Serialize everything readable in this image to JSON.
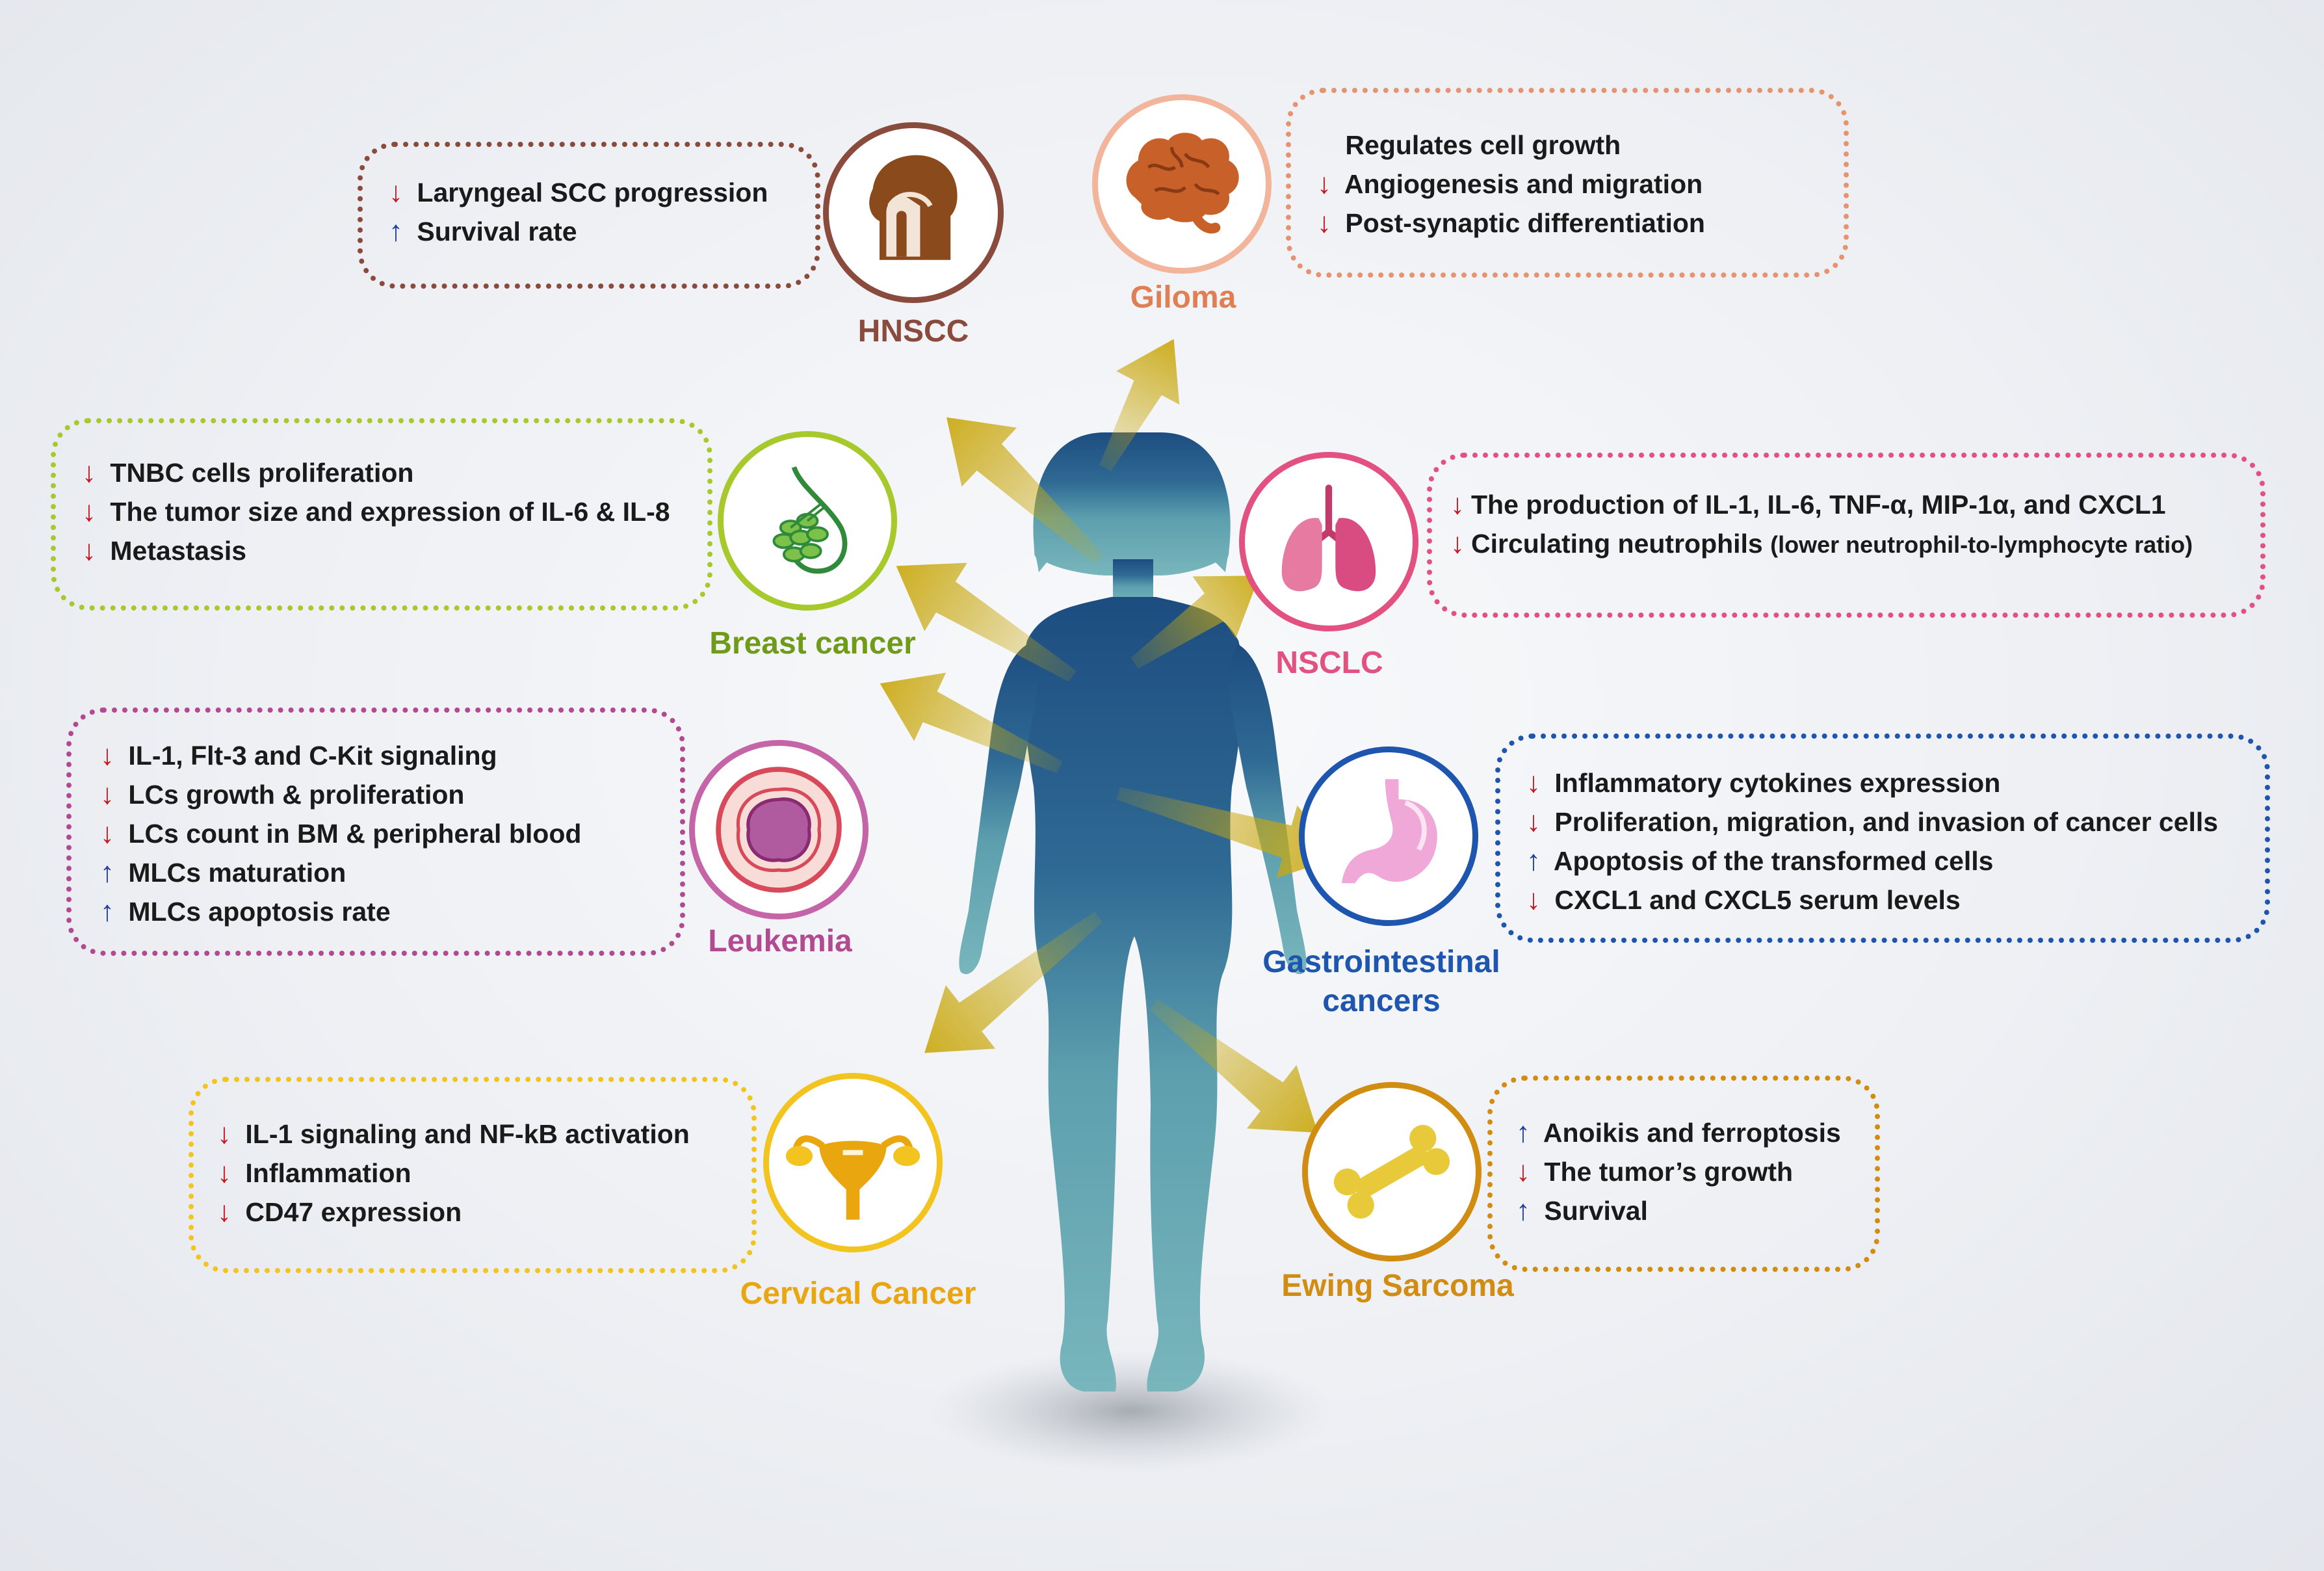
{
  "colors": {
    "hnscc": "#8a4a3c",
    "glioma": "#e69470",
    "breast": "#78a21c",
    "nsclc": "#e2517f",
    "leukemia": "#b24a92",
    "gi": "#1e55ae",
    "cervical": "#e9a60e",
    "ewing": "#d08d12",
    "down_arrow": "#c8161d",
    "up_arrow": "#1f3d9e",
    "figure_top": "#1d4d80",
    "figure_bottom": "#72b3ba",
    "arrow_gold": "#c9a80f"
  },
  "panels": {
    "hnscc": {
      "label": "HNSCC",
      "icon": "head-throat-icon",
      "items": [
        {
          "dir": "down",
          "symbol": "↓",
          "text": "Laryngeal SCC progression"
        },
        {
          "dir": "up",
          "symbol": "↑",
          "text": "Survival rate"
        }
      ]
    },
    "glioma": {
      "label": "Giloma",
      "icon": "brain-icon",
      "items": [
        {
          "dir": "none",
          "symbol": "",
          "text": "Regulates cell growth"
        },
        {
          "dir": "down",
          "symbol": "↓",
          "text": "Angiogenesis and migration"
        },
        {
          "dir": "down",
          "symbol": "↓",
          "text": "Post-synaptic differentiation"
        }
      ]
    },
    "breast": {
      "label": "Breast cancer",
      "icon": "breast-icon",
      "items": [
        {
          "dir": "down",
          "symbol": "↓",
          "text": "TNBC cells proliferation"
        },
        {
          "dir": "down",
          "symbol": "↓",
          "text": "The tumor size and expression of IL-6 & IL-8"
        },
        {
          "dir": "down",
          "symbol": "↓",
          "text": "Metastasis"
        }
      ]
    },
    "nsclc": {
      "label": "NSCLC",
      "icon": "lungs-icon",
      "items": [
        {
          "dir": "down",
          "symbol": "↓",
          "text": "The production of IL-1, IL-6, TNF-α, MIP-1α, and CXCL1",
          "small": ""
        },
        {
          "dir": "down",
          "symbol": "↓",
          "text": "Circulating neutrophils",
          "small": "(lower neutrophil-to-lymphocyte ratio)"
        }
      ]
    },
    "leukemia": {
      "label": "Leukemia",
      "icon": "blood-cell-icon",
      "items": [
        {
          "dir": "down",
          "symbol": "↓",
          "text": "IL-1, Flt-3 and C-Kit signaling"
        },
        {
          "dir": "down",
          "symbol": "↓",
          "text": "LCs growth & proliferation"
        },
        {
          "dir": "down",
          "symbol": "↓",
          "text": "LCs count in BM & peripheral blood"
        },
        {
          "dir": "up",
          "symbol": "↑",
          "text": "MLCs maturation"
        },
        {
          "dir": "up",
          "symbol": "↑",
          "text": "MLCs apoptosis rate"
        }
      ]
    },
    "gi": {
      "label_line1": "Gastrointestinal",
      "label_line2": "cancers",
      "icon": "stomach-icon",
      "items": [
        {
          "dir": "down",
          "symbol": "↓",
          "text": "Inflammatory cytokines expression"
        },
        {
          "dir": "down",
          "symbol": "↓",
          "text": "Proliferation, migration, and invasion of cancer cells"
        },
        {
          "dir": "up",
          "symbol": "↑",
          "text": "Apoptosis of the transformed cells"
        },
        {
          "dir": "down",
          "symbol": "↓",
          "text": "CXCL1 and CXCL5 serum levels"
        }
      ]
    },
    "cervical": {
      "label": "Cervical Cancer",
      "icon": "uterus-icon",
      "items": [
        {
          "dir": "down",
          "symbol": "↓",
          "text": "IL-1 signaling and NF-kB  activation"
        },
        {
          "dir": "down",
          "symbol": "↓",
          "text": "Inflammation"
        },
        {
          "dir": "down",
          "symbol": "↓",
          "text": "CD47 expression"
        }
      ]
    },
    "ewing": {
      "label": "Ewing Sarcoma",
      "icon": "bone-icon",
      "items": [
        {
          "dir": "up",
          "symbol": "↑",
          "text": "Anoikis and ferroptosis"
        },
        {
          "dir": "down",
          "symbol": "↓",
          "text": "The tumor’s growth"
        },
        {
          "dir": "up",
          "symbol": "↑",
          "text": "Survival"
        }
      ]
    }
  }
}
